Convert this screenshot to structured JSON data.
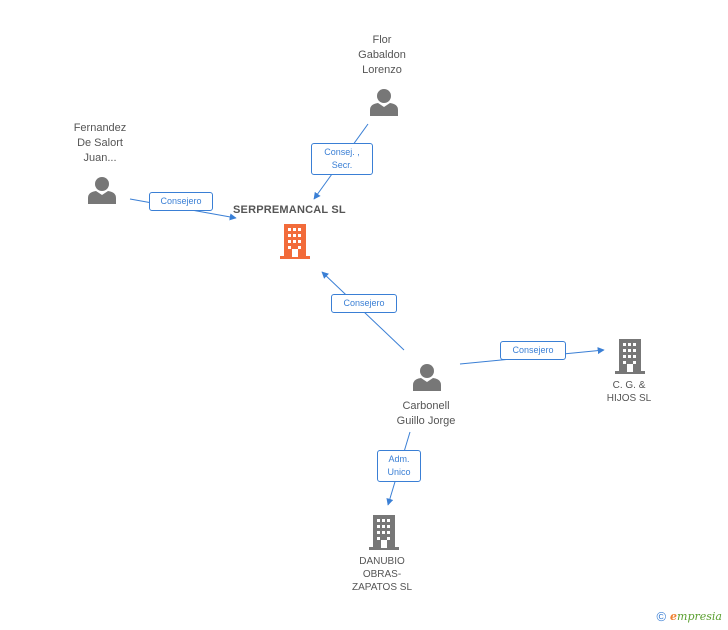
{
  "colors": {
    "edge": "#3a7fd5",
    "person_icon": "#777777",
    "company_icon": "#777777",
    "main_company_icon": "#f26b3a",
    "text": "#555555"
  },
  "main_company": {
    "name": "SERPREMANCAL SL",
    "icon": "building-icon"
  },
  "people": [
    {
      "id": "flor",
      "name": "Flor\nGabaldon\nLorenzo",
      "icon": "person-icon"
    },
    {
      "id": "fernandez",
      "name": "Fernandez\nDe Salort\nJuan...",
      "icon": "person-icon"
    },
    {
      "id": "carbonell",
      "name": "Carbonell\nGuillo Jorge",
      "icon": "person-icon"
    }
  ],
  "companies": [
    {
      "id": "cg",
      "name": "C. G. &\nHIJOS SL",
      "icon": "building-icon"
    },
    {
      "id": "danubio",
      "name": "DANUBIO\nOBRAS-\nZAPATOS SL",
      "icon": "building-icon"
    }
  ],
  "relations": [
    {
      "label": "Consej. ,\nSecr."
    },
    {
      "label": "Consejero"
    },
    {
      "label": "Consejero"
    },
    {
      "label": "Consejero"
    },
    {
      "label": "Adm.\nUnico"
    }
  ],
  "footer": {
    "copyright_symbol": "©",
    "brand_e": "e",
    "brand_rest": "mpresia"
  }
}
